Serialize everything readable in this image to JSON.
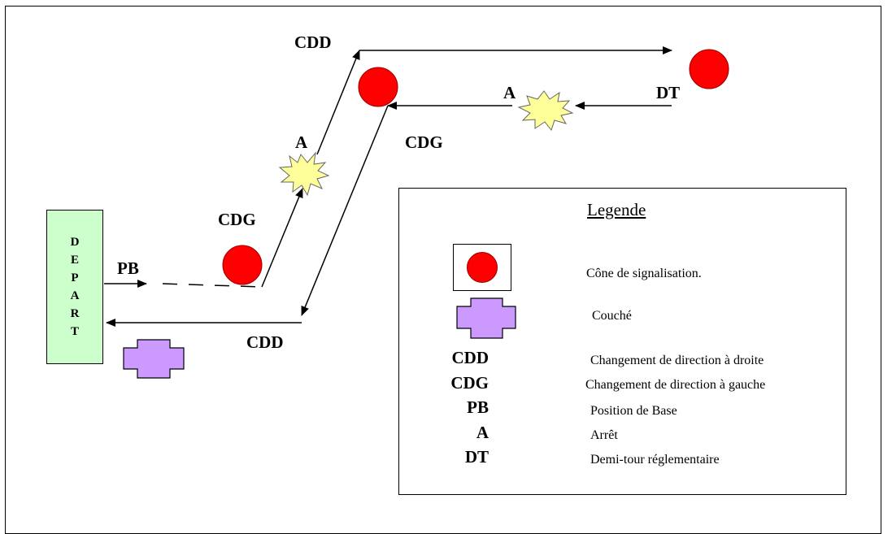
{
  "diagram": {
    "labels": {
      "cdd_top": "CDD",
      "a_left": "A",
      "a_right": "A",
      "dt": "DT",
      "cdg_right": "CDG",
      "cdg_left": "CDG",
      "pb": "PB",
      "cdd_bottom": "CDD"
    },
    "depart": "DEPART"
  },
  "legend": {
    "title": "Legende",
    "items": [
      {
        "symbol": "cone",
        "description": "Cône de signalisation."
      },
      {
        "symbol": "couche",
        "description": "Couché"
      },
      {
        "abbr": "CDD",
        "description": "Changement de direction à droite"
      },
      {
        "abbr": "CDG",
        "description": "Changement de direction à gauche"
      },
      {
        "abbr": "PB",
        "description": "Position de Base"
      },
      {
        "abbr": "A",
        "description": "Arrêt"
      },
      {
        "abbr": "DT",
        "description": "Demi-tour réglementaire"
      }
    ]
  },
  "colors": {
    "cone": "#ff0000",
    "couche": "#cc99ff",
    "stop_burst": "#ffff99",
    "depart_box": "#ccffcc"
  }
}
